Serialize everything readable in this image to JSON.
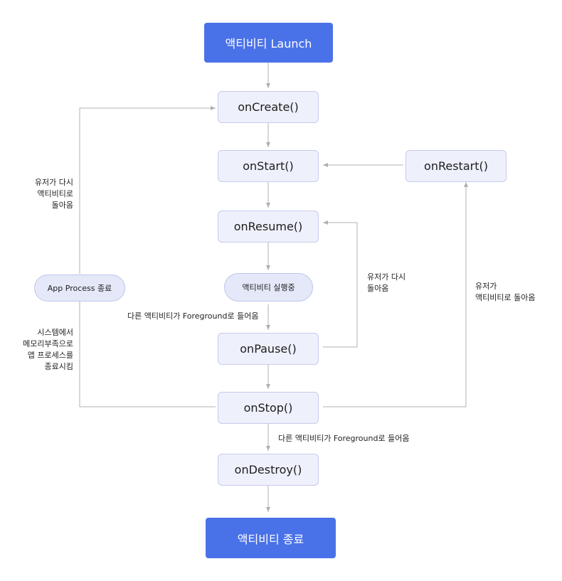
{
  "colors": {
    "launch": "#4a72e8",
    "node_fill": "#eef0fb",
    "node_border": "#c6cbec",
    "arrow": "#b0b0b0"
  },
  "nodes": {
    "launch": "액티비티 Launch",
    "on_create": "onCreate()",
    "on_start": "onStart()",
    "on_restart": "onRestart()",
    "on_resume": "onResume()",
    "running": "액티비티 실행중",
    "app_process_killed": "App Process 종료",
    "on_pause": "onPause()",
    "on_stop": "onStop()",
    "on_destroy": "onDestroy()",
    "shutdown": "액티비티 종료"
  },
  "labels": {
    "user_returns_left": [
      "유저가 다시",
      "액티비티로",
      "돌아옴"
    ],
    "memory_low": [
      "시스템에서",
      "메모리부족으로",
      "앱 프로세스를",
      "종료시킴"
    ],
    "user_returns_mid": [
      "유저가 다시",
      "돌아옴"
    ],
    "user_returns_right": [
      "유저가",
      "액티비티로 돌아옴"
    ],
    "other_activity_fg_1": "다른 액티비티가 Foreground로 들어옴",
    "other_activity_fg_2": "다른 액티비티가 Foreground로 들어옴"
  }
}
